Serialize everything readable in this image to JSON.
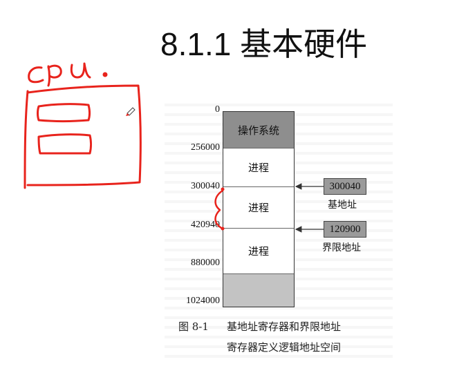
{
  "title": "8.1.1 基本硬件",
  "handwriting": {
    "text": "cpu.",
    "color": "#e8231c"
  },
  "figure": {
    "segments": [
      {
        "label": "操作系统"
      },
      {
        "label": "进程"
      },
      {
        "label": "进程"
      },
      {
        "label": "进程"
      },
      {
        "label": ""
      }
    ],
    "addresses": [
      "0",
      "256000",
      "300040",
      "420940",
      "880000",
      "1024000"
    ],
    "base_register": {
      "value": "300040",
      "label": "基地址"
    },
    "limit_register": {
      "value": "120900",
      "label": "界限地址"
    },
    "caption_number": "图 8-1",
    "caption_line1": "基地址寄存器和界限地址",
    "caption_line2": "寄存器定义逻辑地址空间"
  },
  "colors": {
    "os_segment": "#8e8e8e",
    "free_segment": "#c3c3c3",
    "register": "#9a9a9a",
    "ink": "#e8231c"
  }
}
